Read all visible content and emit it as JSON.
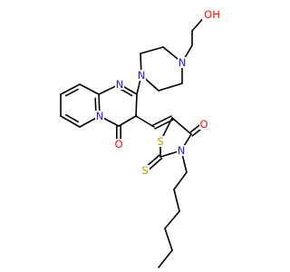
{
  "molecule": {
    "colors": {
      "C": "#000000",
      "N": "#1a1aff",
      "O": "#ff0d0d",
      "S": "#b3a100",
      "H": "#ff0d0d"
    },
    "atom_labels": {
      "o_hydroxyl": {
        "text": "OH",
        "element": "O"
      },
      "n_piperazine_1": {
        "text": "N",
        "element": "N"
      },
      "n_piperazine_4": {
        "text": "N",
        "element": "N"
      },
      "n_pyrimidine": {
        "text": "N",
        "element": "N"
      },
      "n_bridgehead": {
        "text": "N",
        "element": "N"
      },
      "o_pyrimidinone": {
        "text": "O",
        "element": "O"
      },
      "s_ring": {
        "text": "S",
        "element": "S"
      },
      "o_thiazolidinone": {
        "text": "O",
        "element": "O"
      },
      "n_thiazolidinone": {
        "text": "N",
        "element": "N"
      },
      "s_thione": {
        "text": "S",
        "element": "S"
      }
    }
  }
}
